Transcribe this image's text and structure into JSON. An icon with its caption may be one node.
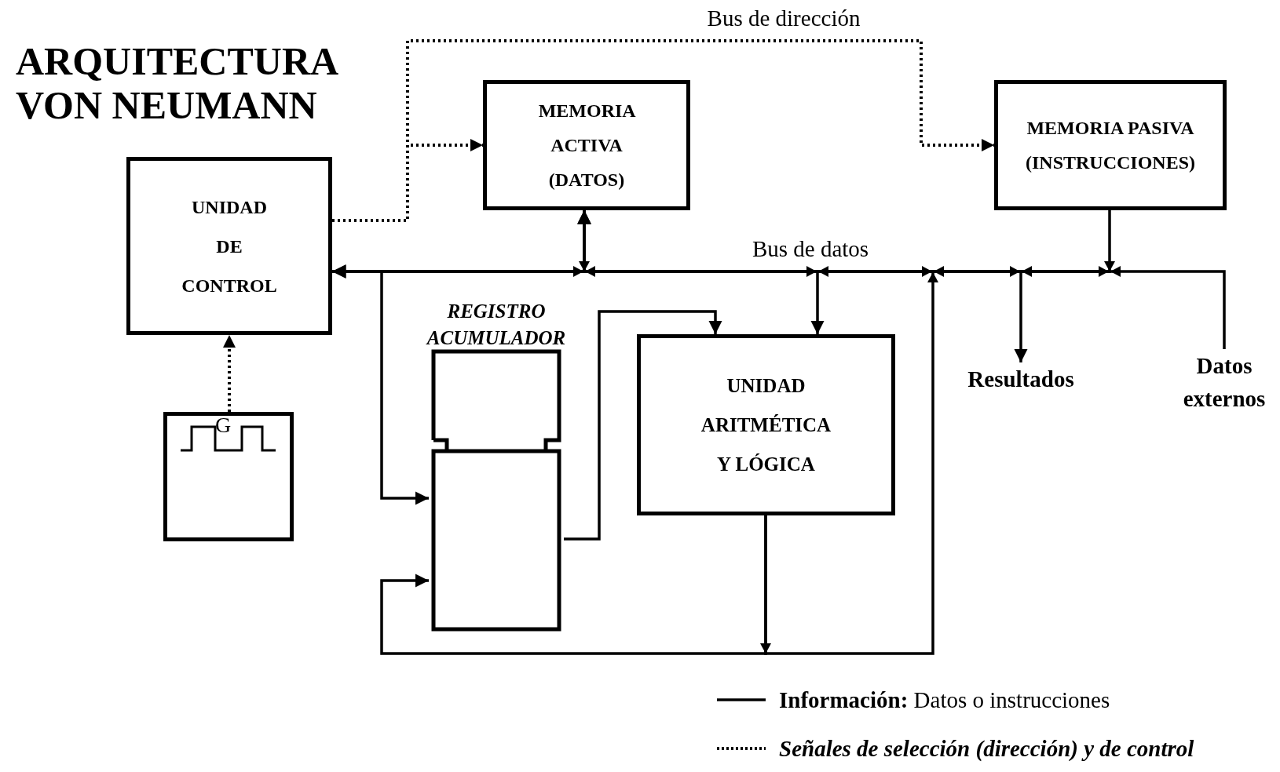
{
  "diagram": {
    "title": "ARQUITECTURA VON NEUMANN",
    "nodes": [
      {
        "text": [
          "UNIDAD DE CONTROL"
        ]
      },
      {
        "text": [
          "MEMORIA ACTIVA (DATOS)"
        ]
      },
      {
        "text": [
          "MEMORIA PASIVA (INSTRUCCIONES)"
        ]
      },
      {
        "text": [
          "G"
        ]
      },
      {
        "text": [
          "REGISTRO ACUMULADOR"
        ]
      },
      {
        "text": [
          "UNIDAD ARITMÉTICA Y LÓGICA"
        ]
      },
      {
        "text": [
          "Resultados"
        ]
      },
      {
        "text": [
          "Datos externos"
        ]
      }
    ],
    "edges": [
      {
        "from": 0,
        "to": 1,
        "arrow": "both"
      },
      {
        "from": 1,
        "to": 5,
        "arrow": "both"
      },
      {
        "from": 5,
        "to": 4,
        "arrow": "to"
      },
      {
        "from": 5,
        "to": 6,
        "arrow": "to"
      },
      {
        "from": 2,
        "to": 0,
        "arrow": "to"
      },
      {
        "from": 7,
        "to": 1,
        "arrow": "to"
      },
      {
        "from": 0,
        "to": 4,
        "arrow": "to"
      },
      {
        "from": 4,
        "to": 5,
        "arrow": "to"
      },
      {
        "from": 3,
        "to": 0,
        "arrow": "to",
        "style": "dashed"
      },
      {
        "from": 0,
        "to": 1,
        "arrow": "to",
        "style": "dashed"
      },
      {
        "from": 0,
        "to": 2,
        "arrow": "to",
        "style": "dashed",
        "label": "Bus de dirección"
      }
    ],
    "labels": [
      "Bus de datos"
    ],
    "legend": [
      {
        "text": "**Información:** Datos o instrucciones"
      },
      {
        "text": "Señales de selección (dirección) y de control"
      }
    ]
  }
}
